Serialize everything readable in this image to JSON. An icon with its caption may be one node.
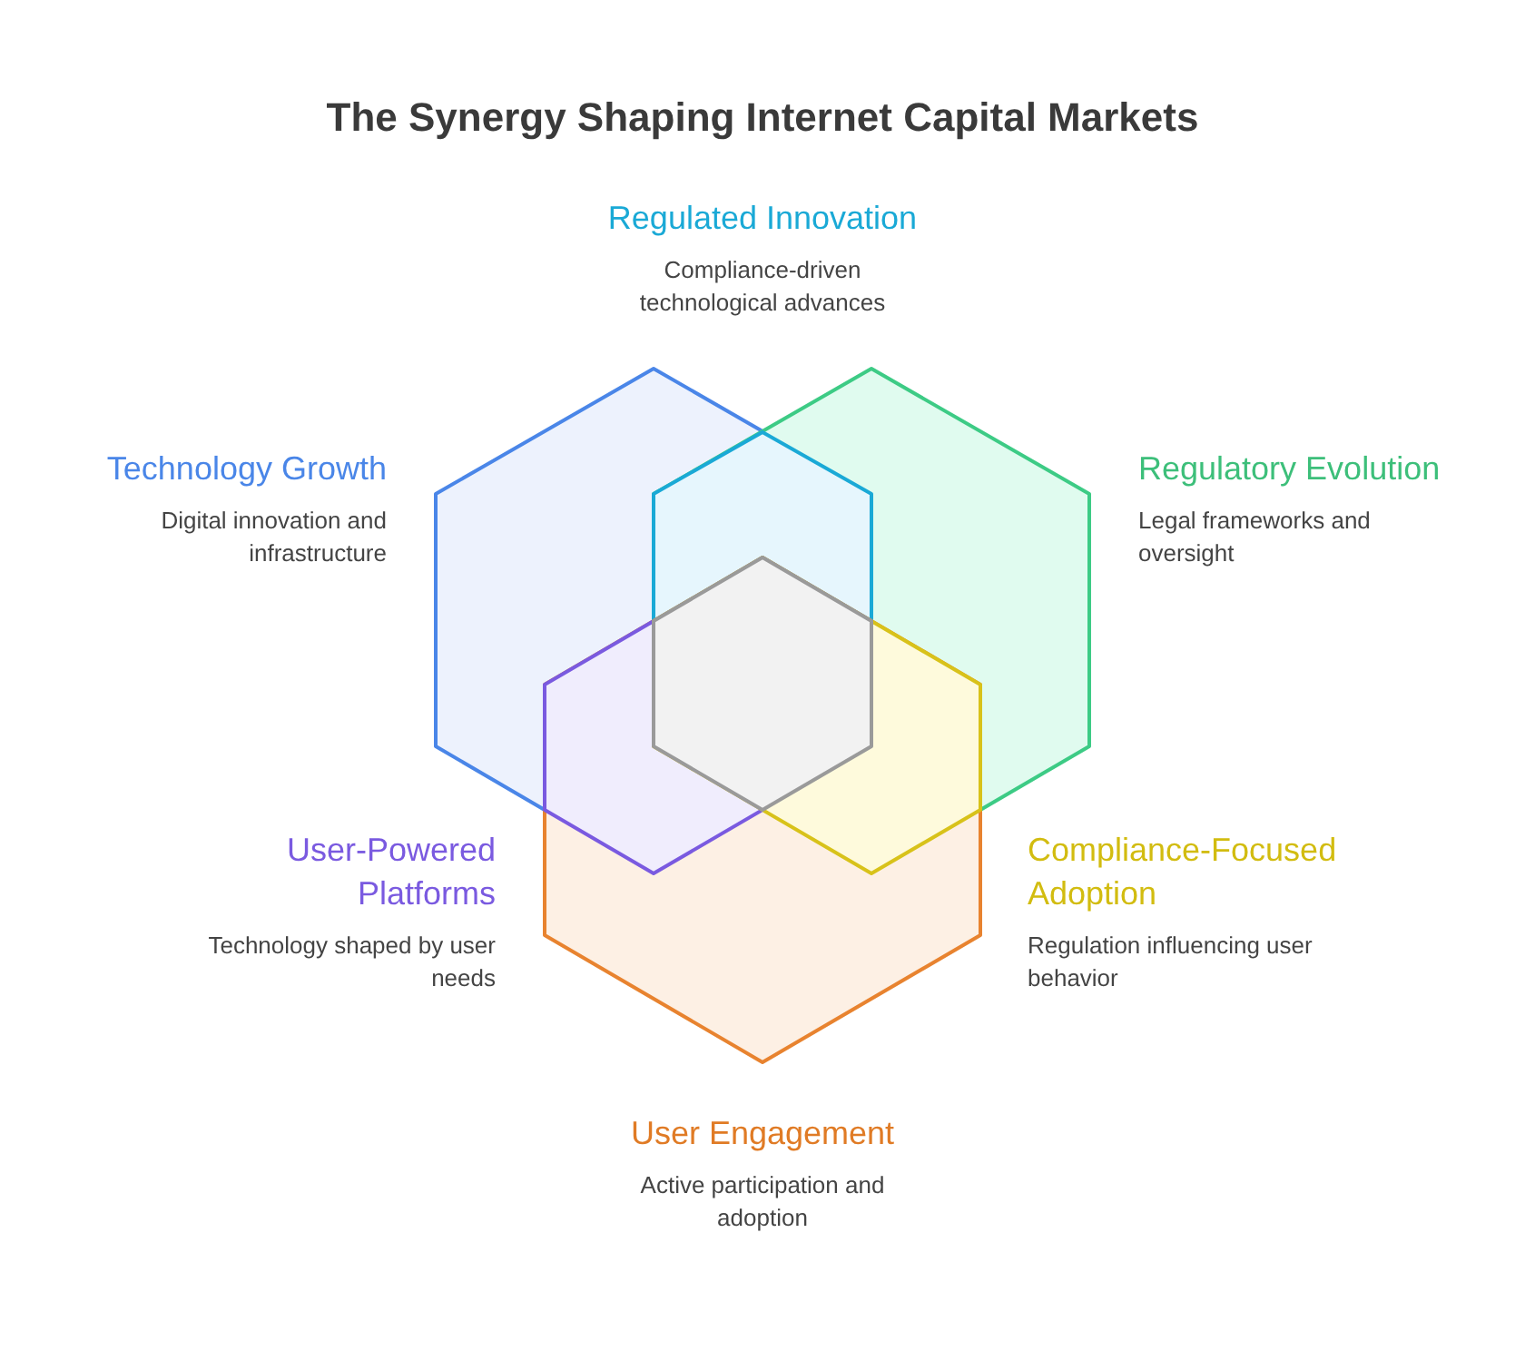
{
  "diagram": {
    "title": "The Synergy Shaping Internet Capital Markets",
    "nodes": [
      {
        "text": [
          "Regulated Innovation",
          "Compliance-driven technological advances"
        ]
      },
      {
        "text": [
          "Technology Growth",
          "Digital innovation and infrastructure"
        ]
      },
      {
        "text": [
          "Regulatory Evolution",
          "Legal frameworks and oversight"
        ]
      },
      {
        "text": [
          "User-Powered Platforms",
          "Technology shaped by user needs"
        ]
      },
      {
        "text": [
          "Compliance-Focused Adoption",
          "Regulation influencing user behavior"
        ]
      },
      {
        "text": [
          "User Engagement",
          "Active participation and adoption"
        ]
      }
    ],
    "edges": []
  }
}
